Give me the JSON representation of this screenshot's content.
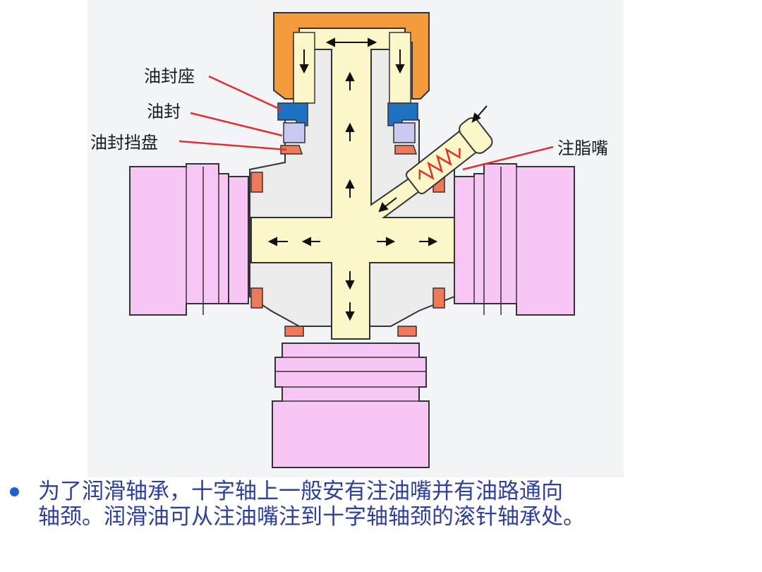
{
  "labels": {
    "oil_seal_seat": "油封座",
    "oil_seal": "油封",
    "oil_seal_retainer": "油封挡盘",
    "grease_nipple": "注脂嘴"
  },
  "caption": {
    "line1": "为了润滑轴承，十字轴上一般安有注油嘴并有油路通向",
    "line2": "轴颈。润滑油可从注油嘴注到十字轴轴颈的滚针轴承处。"
  },
  "colors": {
    "panel": "#f2f4f7",
    "cap": "#f39a3d",
    "bearing": "#f8c6f4",
    "channel": "#fbf7c8",
    "body": "#ebebeb",
    "seal": "#1f72c2",
    "retainer": "#ef7a5a",
    "pointer": "#e03030",
    "caption": "#2e3f9e"
  }
}
